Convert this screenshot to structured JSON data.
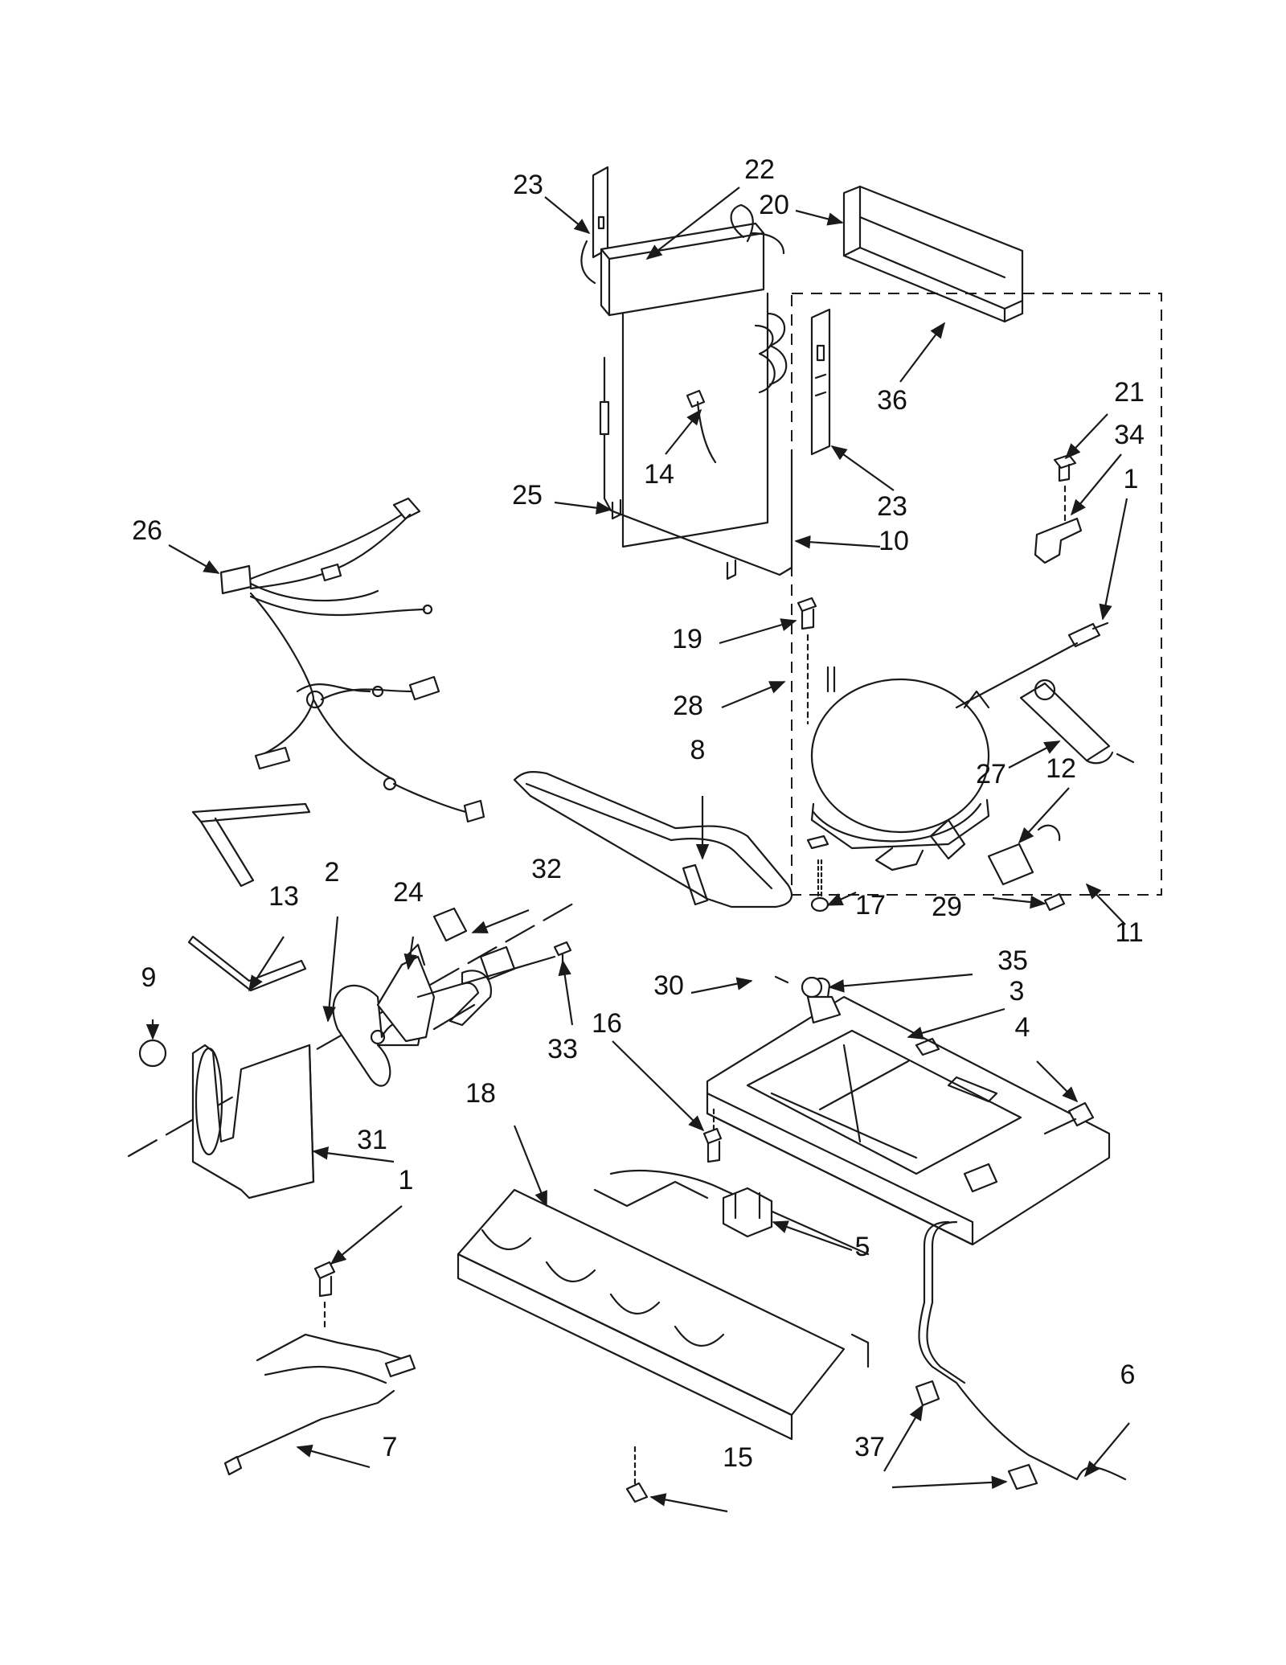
{
  "callouts": [
    {
      "id": "p23a",
      "label": "23"
    },
    {
      "id": "p22",
      "label": "22"
    },
    {
      "id": "p20",
      "label": "20"
    },
    {
      "id": "p36",
      "label": "36"
    },
    {
      "id": "p21",
      "label": "21"
    },
    {
      "id": "p34",
      "label": "34"
    },
    {
      "id": "p1a",
      "label": "1"
    },
    {
      "id": "p14",
      "label": "14"
    },
    {
      "id": "p23b",
      "label": "23"
    },
    {
      "id": "p25",
      "label": "25"
    },
    {
      "id": "p10",
      "label": "10"
    },
    {
      "id": "p26",
      "label": "26"
    },
    {
      "id": "p19",
      "label": "19"
    },
    {
      "id": "p28",
      "label": "28"
    },
    {
      "id": "p27",
      "label": "27"
    },
    {
      "id": "p12",
      "label": "12"
    },
    {
      "id": "p8",
      "label": "8"
    },
    {
      "id": "p17",
      "label": "17"
    },
    {
      "id": "p29",
      "label": "29"
    },
    {
      "id": "p11",
      "label": "11"
    },
    {
      "id": "p32",
      "label": "32"
    },
    {
      "id": "p2",
      "label": "2"
    },
    {
      "id": "p24",
      "label": "24"
    },
    {
      "id": "p13",
      "label": "13"
    },
    {
      "id": "p9",
      "label": "9"
    },
    {
      "id": "p33",
      "label": "33"
    },
    {
      "id": "p30",
      "label": "30"
    },
    {
      "id": "p35",
      "label": "35"
    },
    {
      "id": "p3",
      "label": "3"
    },
    {
      "id": "p16",
      "label": "16"
    },
    {
      "id": "p4",
      "label": "4"
    },
    {
      "id": "p31",
      "label": "31"
    },
    {
      "id": "p18",
      "label": "18"
    },
    {
      "id": "p1b",
      "label": "1"
    },
    {
      "id": "p5",
      "label": "5"
    },
    {
      "id": "p6",
      "label": "6"
    },
    {
      "id": "p7",
      "label": "7"
    },
    {
      "id": "p15",
      "label": "15"
    },
    {
      "id": "p37",
      "label": "37"
    }
  ]
}
